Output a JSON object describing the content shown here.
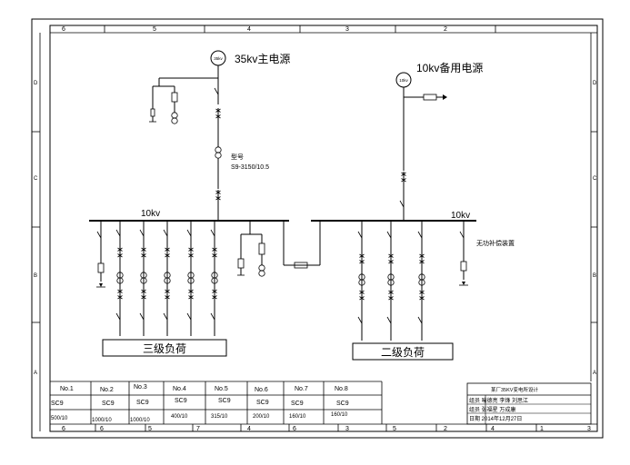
{
  "frame": {
    "top_columns": [
      "6",
      "5",
      "4",
      "3",
      "2"
    ],
    "bottom_columns": [
      "6",
      "6",
      "5",
      "7",
      "4",
      "6",
      "3",
      "5",
      "2",
      "4",
      "1",
      "3"
    ],
    "left_rows": [
      "D",
      "C",
      "B",
      "A"
    ],
    "right_rows": [
      "D",
      "C",
      "B",
      "A"
    ]
  },
  "sources": {
    "main": {
      "label": "35kv主电源",
      "symbol": "35kv"
    },
    "backup": {
      "label": "10kv备用电源",
      "symbol": "10kv"
    }
  },
  "transformer": {
    "line1": "型号",
    "line2": "S9-3150/10.5"
  },
  "buses": {
    "left": "10kv",
    "right": "10kv"
  },
  "compensation_label": "无功补偿装置",
  "loads": {
    "third_class": "三级负荷",
    "second_class": "二级负荷"
  },
  "schedule": {
    "no": [
      "No.1",
      "No.2",
      "No.3",
      "No.4",
      "No.5",
      "No.6",
      "No.7",
      "No.8"
    ],
    "type": [
      "SC9",
      "SC9",
      "SC9",
      "SC9",
      "SC9",
      "SC9",
      "SC9",
      "SC9"
    ],
    "rating": [
      "500/10",
      "1000/10",
      "1000/10",
      "400/10",
      "315/10",
      "200/10",
      "160/10",
      "160/10"
    ]
  },
  "title_block": {
    "title": "某厂35KV变电所设计",
    "row1": "组员 喻德亮 李烽 刘思江",
    "row2": "组员 张福星 万成康",
    "row3": "日期 2014年12月27日"
  }
}
